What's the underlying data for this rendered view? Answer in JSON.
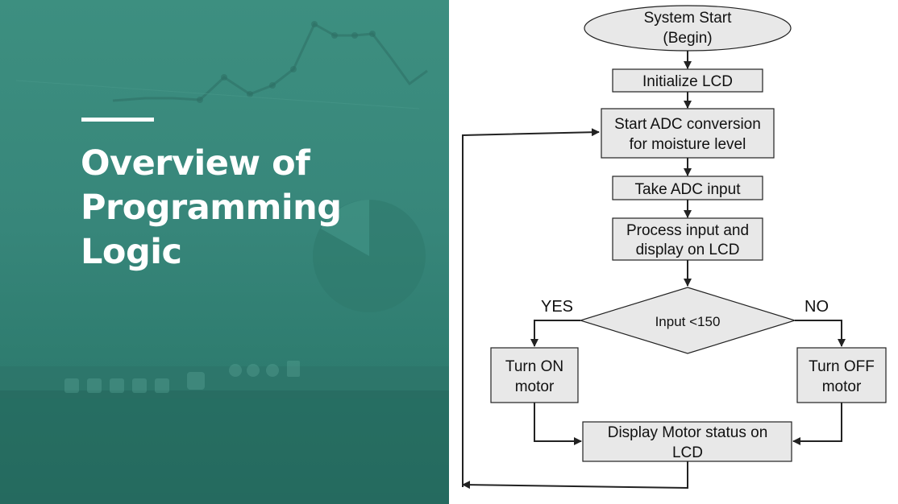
{
  "slide": {
    "title_lines": [
      "Overview of",
      "Programming",
      "Logic"
    ]
  },
  "colors": {
    "panel": "#37867a",
    "node_fill": "#e8e8e8",
    "stroke": "#222222",
    "title": "#ffffff"
  },
  "flowchart": {
    "start": {
      "line1": "System Start",
      "line2": "(Begin)"
    },
    "init_lcd": "Initialize LCD",
    "adc_start": {
      "line1": "Start ADC conversion",
      "line2": "for moisture level"
    },
    "adc_input": "Take ADC input",
    "process": {
      "line1": "Process input and",
      "line2": "display on LCD"
    },
    "decision": "Input <150",
    "yes_label": "YES",
    "no_label": "NO",
    "motor_on": {
      "line1": "Turn ON",
      "line2": "motor"
    },
    "motor_off": {
      "line1": "Turn OFF",
      "line2": "motor"
    },
    "display_status": {
      "line1": "Display Motor status on",
      "line2": "LCD"
    }
  }
}
